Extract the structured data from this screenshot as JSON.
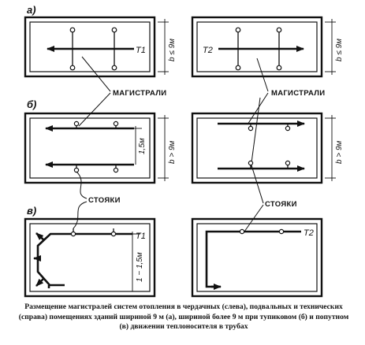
{
  "panel_labels": {
    "a": "а)",
    "b": "б)",
    "v": "в)"
  },
  "pipe_labels": {
    "t1": "T1",
    "t2": "T2"
  },
  "dimensions": {
    "width_le_9": "b ≤ 9м",
    "width_gt_9": "b > 9м",
    "offset_b": "1,5м",
    "offset_v": "1 − 1,5м"
  },
  "callouts": {
    "mains": "МАГИСТРАЛИ",
    "risers": "СТОЯКИ"
  },
  "caption": "Размещение магистралей систем отопления в чердачных (слева), подвальных и технических (справа) помещениях зданий шириной 9 м (а), шириной более 9 м при тупиковом (б) и попутном (в) движении теплоносителя в трубах"
}
